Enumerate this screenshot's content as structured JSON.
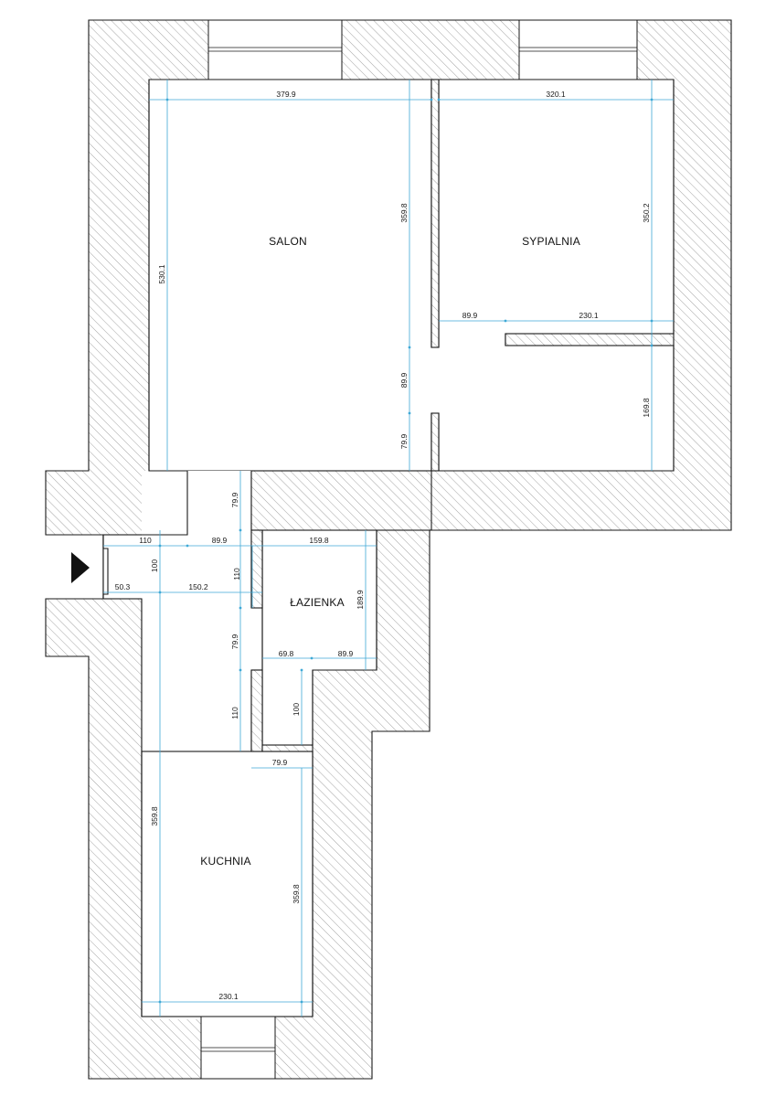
{
  "rooms": {
    "salon": "SALON",
    "sypialnia": "SYPIALNIA",
    "lazienka": "ŁAZIENKA",
    "kuchnia": "KUCHNIA"
  },
  "dimensions": {
    "salon_width": "379.9",
    "sypialnia_width": "320.1",
    "salon_height": "530.1",
    "salon_inner_height": "359.8",
    "sypialnia_height": "350.2",
    "sypialnia_gap_a": "89.9",
    "sypialnia_gap_b": "230.1",
    "salon_door": "89.9",
    "salon_pier": "79.9",
    "closet_height": "169.8",
    "hall_pier_top": "79.9",
    "entry_left": "110",
    "entry_mid": "89.9",
    "lazienka_width": "159.8",
    "entry_depth": "100",
    "hall_a": "50.3",
    "hall_b": "150.2",
    "lazienka_door": "110",
    "lazienka_height": "189.9",
    "hall_pier_bottom": "79.9",
    "lazienka_low_a": "69.8",
    "lazienka_low_b": "89.9",
    "kuchnia_door": "110",
    "niche_depth": "100",
    "kuchnia_pier": "79.9",
    "kuchnia_height_left": "359.8",
    "kuchnia_height_right": "359.8",
    "kuchnia_width": "230.1"
  },
  "colors": {
    "dimension_line": "#3fa9d6",
    "wall_stroke": "#1a1a1a"
  }
}
